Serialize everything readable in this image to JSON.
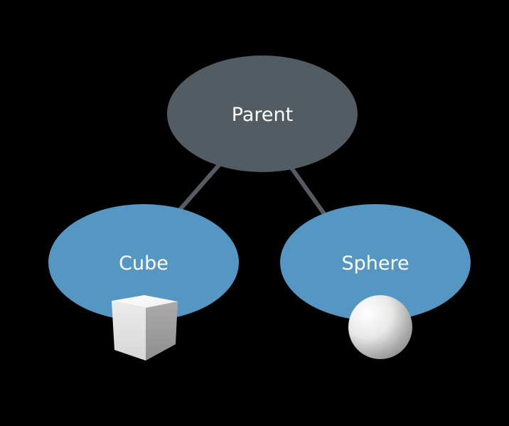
{
  "nodes": {
    "parent": {
      "label": "Parent"
    },
    "cube": {
      "label": "Cube"
    },
    "sphere": {
      "label": "Sphere"
    }
  },
  "colors": {
    "background": "#000000",
    "parent_fill": "#535c63",
    "child_fill": "#5597c2",
    "edge": "#535c63",
    "label": "#ffffff"
  },
  "icons": {
    "cube": "cube-icon",
    "sphere": "sphere-icon"
  }
}
